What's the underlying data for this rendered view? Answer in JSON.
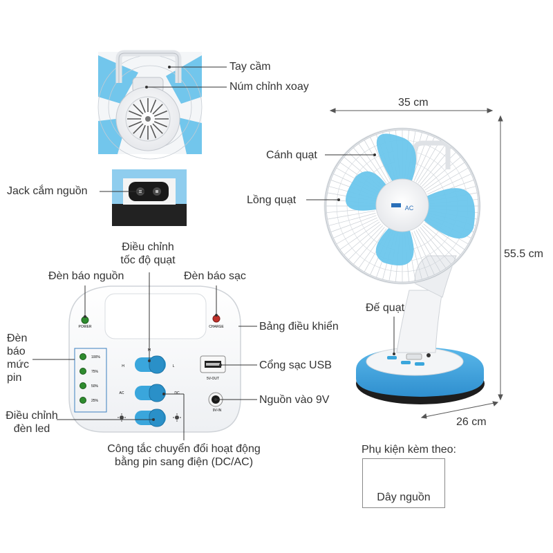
{
  "labels": {
    "handle": "Tay cầm",
    "rotary_knob": "Núm chỉnh xoay",
    "power_jack": "Jack cắm nguồn",
    "speed_control_line1": "Điều chỉnh",
    "speed_control_line2": "tốc độ quạt",
    "power_indicator": "Đèn báo nguồn",
    "charge_indicator": "Đèn báo sạc",
    "battery_level_line1": "Đèn",
    "battery_level_line2": "báo",
    "battery_level_line3": "mức",
    "battery_level_line4": "pin",
    "led_adjust_line1": "Điều chỉnh",
    "led_adjust_line2": "đèn led",
    "control_panel": "Bảng điều khiển",
    "usb_port": "Cổng sạc USB",
    "power_input": "Nguồn vào 9V",
    "mode_switch_line1": "Công tắc chuyển đổi hoạt động",
    "mode_switch_line2": "bằng pin sang điện (DC/AC)",
    "blades": "Cánh quạt",
    "cage": "Lồng quạt",
    "base": "Đế quạt",
    "accessories_title": "Phụ kiện kèm theo:",
    "power_cord": "Dây nguồn"
  },
  "dimensions": {
    "width": "35 cm",
    "height": "55.5 cm",
    "depth": "26 cm"
  },
  "panel": {
    "power": "POWER",
    "charge": "CHARGE",
    "speed_m": "M",
    "speed_h": "H",
    "speed_l": "L",
    "mode_ac": "AC",
    "mode_dc": "DC",
    "usb_out": "5V-OUT",
    "input_9v": "9V-IN",
    "levels": [
      "100%",
      "75%",
      "50%",
      "25%"
    ]
  },
  "fan_logo": "AC",
  "colors": {
    "blade_blue": "#6cc6ec",
    "switch_blue": "#3aa6dc",
    "led_green": "#2e8b2e",
    "led_red": "#c0302a",
    "base_dark": "#1d1d1d"
  }
}
